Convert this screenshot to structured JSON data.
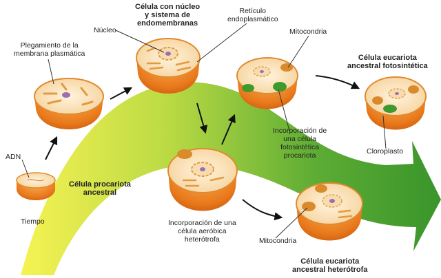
{
  "labels": {
    "adn": "ADN",
    "tiempo": "Tiempo",
    "plegamiento": "Plegamiento de la\nmembrana plasmática",
    "procariota": "Célula procariota\nancestral",
    "nucleo_title": "Célula con núcleo\ny sistema de\nendomembranas",
    "nucleo": "Núcleo",
    "reticulo": "Retículo\nendoplasmático",
    "mitocondria_top": "Mitocondria",
    "incorporacion_foto": "Incorporación de\nuna célula\nfotosintética\nprocariota",
    "eucariota_foto": "Célula eucariota\nancestral fotosintética",
    "cloroplasto": "Cloroplasto",
    "incorporacion_aero": "Incorporación de una\ncélula aeróbica\nheterótrofa",
    "mitocondria_bottom": "Mitocondria",
    "eucariota_hetero": "Célula eucariota\nancestral heterótrofa"
  },
  "colors": {
    "arrow_start": "#f2ee4a",
    "arrow_end": "#2f8f1f",
    "cell_outer": "#e97a1c",
    "cell_top": "#fbe6c2",
    "nucleus": "#9b6fb0",
    "mitochondria": "#d98a2a",
    "chloroplast": "#3f9a2e"
  }
}
